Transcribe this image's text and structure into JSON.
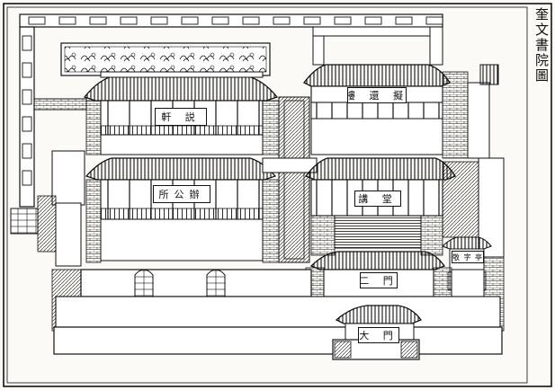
{
  "title": "奎文書院圖",
  "labels": {
    "hall_1": "軒 説",
    "hall_2": "所公辦",
    "tower": "樓 還 擬",
    "lecture_hall": "講 堂",
    "second_gate": "二 門",
    "main_gate": "大 門",
    "side_pavilion": "敬 字 亭"
  }
}
